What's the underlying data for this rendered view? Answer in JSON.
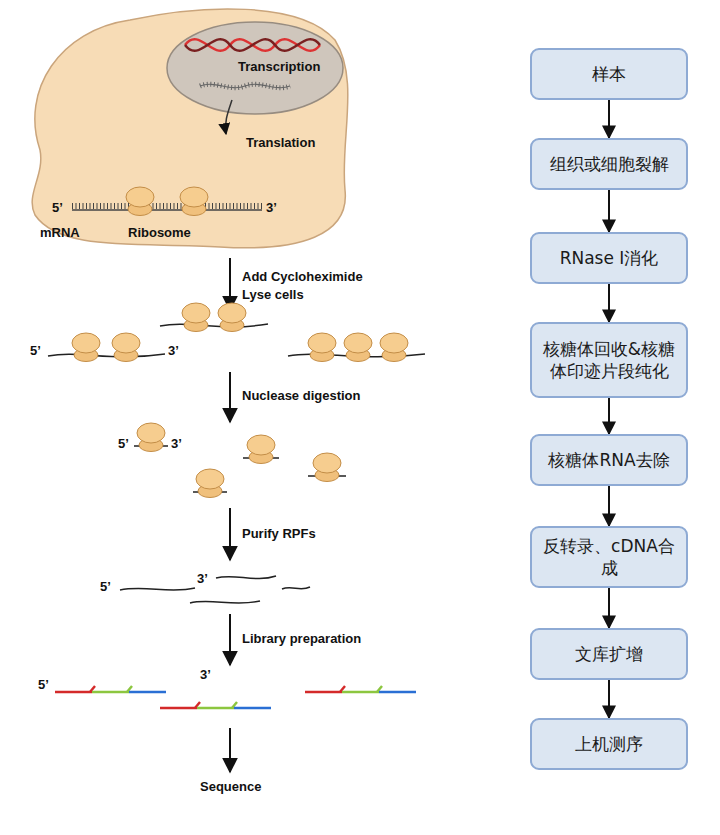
{
  "diagram": {
    "nodes": [
      {
        "text": [
          "样本"
        ]
      },
      {
        "text": [
          "组织或细胞裂解"
        ]
      },
      {
        "text": [
          "RNase I消化"
        ]
      },
      {
        "text": [
          "核糖体回收&核糖体印迹片段纯化"
        ]
      },
      {
        "text": [
          "核糖体RNA去除"
        ]
      },
      {
        "text": [
          "反转录、cDNA合成"
        ]
      },
      {
        "text": [
          "文库扩增"
        ]
      },
      {
        "text": [
          "上机测序"
        ]
      }
    ],
    "edges": [
      {
        "from": 0,
        "to": 1,
        "arrow": "to"
      },
      {
        "from": 1,
        "to": 2,
        "arrow": "to"
      },
      {
        "from": 2,
        "to": 3,
        "arrow": "to"
      },
      {
        "from": 3,
        "to": 4,
        "arrow": "to"
      },
      {
        "from": 4,
        "to": 5,
        "arrow": "to"
      },
      {
        "from": 5,
        "to": 6,
        "arrow": "to"
      },
      {
        "from": 6,
        "to": 7,
        "arrow": "to"
      }
    ],
    "labels": [
      "Transcription",
      "Translation",
      "5’",
      "3’",
      "mRNA",
      "Ribosome",
      "Add Cycloheximide",
      "Lyse cells",
      "5’",
      "3’",
      "Nuclease digestion",
      "5’",
      "3’",
      "Purify RPFs",
      "5’",
      "3’",
      "Library preparation",
      "5’",
      "3’",
      "Sequence"
    ]
  }
}
